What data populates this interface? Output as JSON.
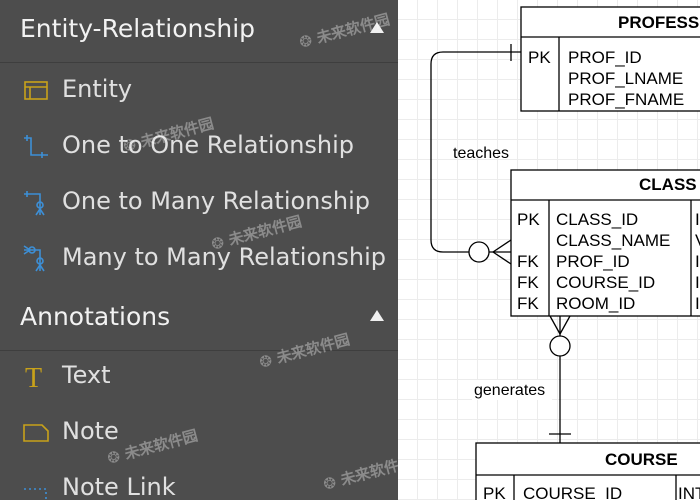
{
  "sidebar": {
    "sections": [
      {
        "title": "Entity-Relationship",
        "items": [
          {
            "label": "Entity",
            "icon": "entity-icon"
          },
          {
            "label": "One to One Relationship",
            "icon": "one-to-one-icon"
          },
          {
            "label": "One to Many Relationship",
            "icon": "one-to-many-icon"
          },
          {
            "label": "Many to Many Relationship",
            "icon": "many-to-many-icon"
          }
        ]
      },
      {
        "title": "Annotations",
        "items": [
          {
            "label": "Text",
            "icon": "text-icon"
          },
          {
            "label": "Note",
            "icon": "note-icon"
          },
          {
            "label": "Note Link",
            "icon": "note-link-icon"
          }
        ]
      }
    ],
    "watermark": "未来软件园"
  },
  "diagram": {
    "tables": [
      {
        "name": "PROFESS",
        "rows": [
          {
            "key": "PK",
            "field": "PROF_ID"
          },
          {
            "key": "",
            "field": "PROF_LNAME"
          },
          {
            "key": "",
            "field": "PROF_FNAME"
          }
        ]
      },
      {
        "name": "CLASS",
        "rows": [
          {
            "key": "PK",
            "field": "CLASS_ID",
            "type": "I"
          },
          {
            "key": "",
            "field": "CLASS_NAME",
            "type": "V"
          },
          {
            "key": "FK",
            "field": "PROF_ID",
            "type": "I"
          },
          {
            "key": "FK",
            "field": "COURSE_ID",
            "type": "I"
          },
          {
            "key": "FK",
            "field": "ROOM_ID",
            "type": "I"
          }
        ]
      },
      {
        "name": "COURSE",
        "rows": [
          {
            "key": "PK",
            "field": "COURSE_ID",
            "type": "INT"
          }
        ]
      }
    ],
    "relationships": [
      {
        "label": "teaches"
      },
      {
        "label": "generates"
      }
    ]
  },
  "colors": {
    "panel_bg": "#4d4d4d",
    "panel_text": "#e6e6e6",
    "icon_yellow": "#c8a21a",
    "icon_blue": "#3d8fd6"
  }
}
